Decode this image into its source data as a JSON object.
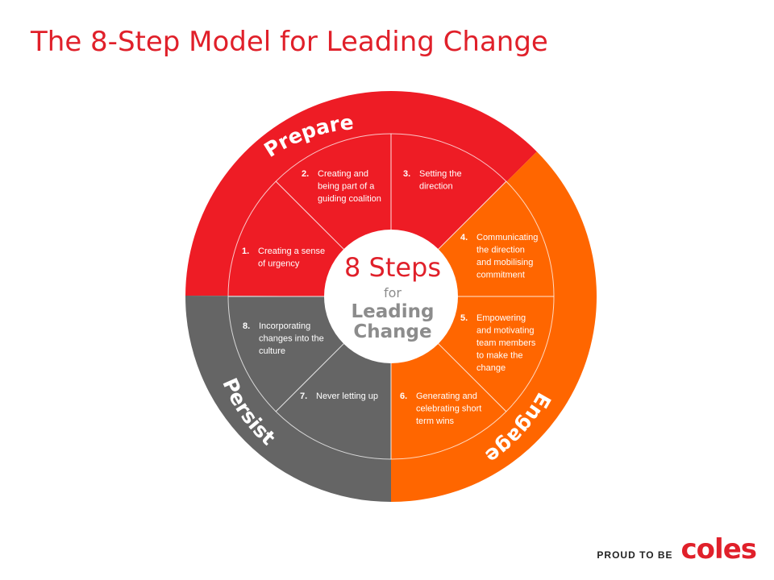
{
  "title": "The 8-Step Model for Leading Change",
  "colors": {
    "prepare": "#ee1c25",
    "engage": "#ff6600",
    "persist": "#656565",
    "center_red": "#e0202a",
    "center_grey": "#8c8c8c"
  },
  "phases": [
    {
      "key": "prepare",
      "label": "Prepare"
    },
    {
      "key": "engage",
      "label": "Engage"
    },
    {
      "key": "persist",
      "label": "Persist"
    }
  ],
  "steps": [
    {
      "num": "1.",
      "lines": [
        "Creating a sense",
        "of urgency"
      ]
    },
    {
      "num": "2.",
      "lines": [
        "Creating and",
        "being part of  a",
        "guiding coalition"
      ]
    },
    {
      "num": "3.",
      "lines": [
        "Setting the",
        "direction"
      ]
    },
    {
      "num": "4.",
      "lines": [
        "Communicating",
        "the direction",
        "and mobilising",
        "commitment"
      ]
    },
    {
      "num": "5.",
      "lines": [
        "Empowering",
        "and motivating",
        "team members",
        "to make  the",
        "change"
      ]
    },
    {
      "num": "6.",
      "lines": [
        "Generating and",
        "celebrating short",
        "term wins"
      ]
    },
    {
      "num": "7.",
      "lines": [
        "Never letting up"
      ]
    },
    {
      "num": "8.",
      "lines": [
        "Incorporating",
        "changes into the",
        "culture"
      ]
    }
  ],
  "center": {
    "line1": "8 Steps",
    "line2": "for",
    "line3": "Leading",
    "line4": "Change"
  },
  "footer": {
    "tagline": "PROUD TO BE",
    "brand": "coles"
  }
}
